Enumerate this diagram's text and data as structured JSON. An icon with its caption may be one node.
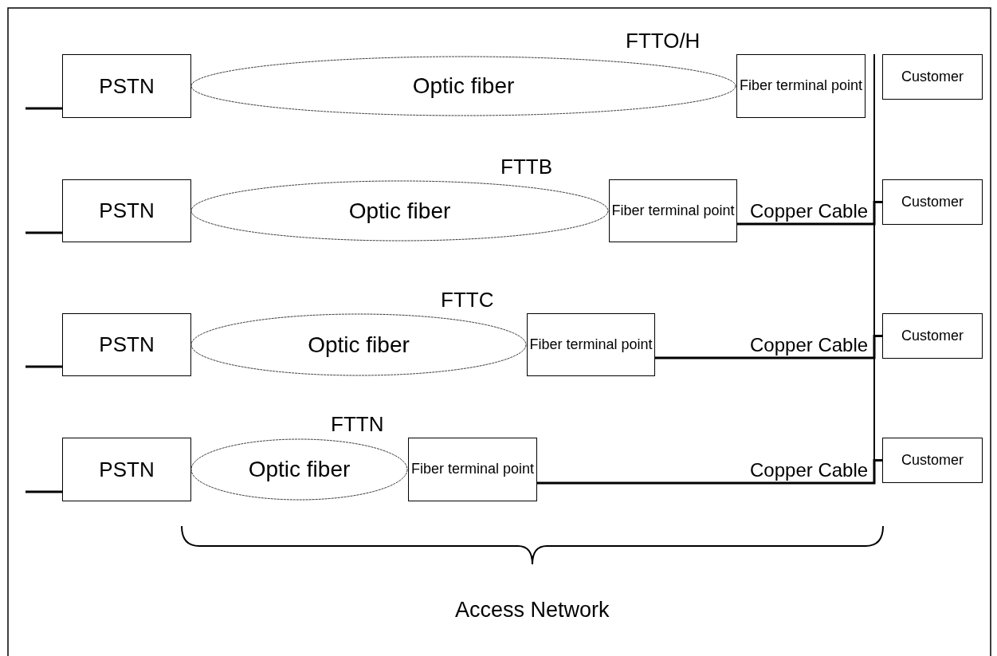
{
  "diagram": {
    "nodes": [
      {
        "text": [
          "PSTN"
        ]
      },
      {
        "text": [
          "Optic fiber"
        ],
        "beside": [
          "FTTO/H"
        ]
      },
      {
        "text": [
          "Fiber terminal point"
        ]
      },
      {
        "text": [
          "Customer"
        ]
      },
      {
        "text": [
          "PSTN"
        ]
      },
      {
        "text": [
          "Optic fiber"
        ],
        "beside": [
          "FTTB"
        ]
      },
      {
        "text": [
          "Fiber terminal point"
        ]
      },
      {
        "text": [
          "Customer"
        ]
      },
      {
        "text": [
          "PSTN"
        ]
      },
      {
        "text": [
          "Optic fiber"
        ],
        "beside": [
          "FTTC"
        ]
      },
      {
        "text": [
          "Fiber terminal point"
        ]
      },
      {
        "text": [
          "Customer"
        ]
      },
      {
        "text": [
          "PSTN"
        ]
      },
      {
        "text": [
          "Optic fiber"
        ],
        "beside": [
          "FTTN"
        ]
      },
      {
        "text": [
          "Fiber terminal point"
        ]
      },
      {
        "text": [
          "Customer"
        ]
      }
    ],
    "edges": [
      {
        "from": null,
        "to": 0,
        "arrow": "none"
      },
      {
        "from": null,
        "to": 4,
        "arrow": "none"
      },
      {
        "from": 6,
        "to": 7,
        "arrow": "none",
        "label": "Copper Cable"
      },
      {
        "from": null,
        "to": 8,
        "arrow": "none"
      },
      {
        "from": 10,
        "to": 11,
        "arrow": "none",
        "label": "Copper Cable"
      },
      {
        "from": null,
        "to": 12,
        "arrow": "none"
      },
      {
        "from": 14,
        "to": 15,
        "arrow": "none",
        "label": "Copper Cable"
      }
    ],
    "labels": [
      "Access Network"
    ]
  }
}
